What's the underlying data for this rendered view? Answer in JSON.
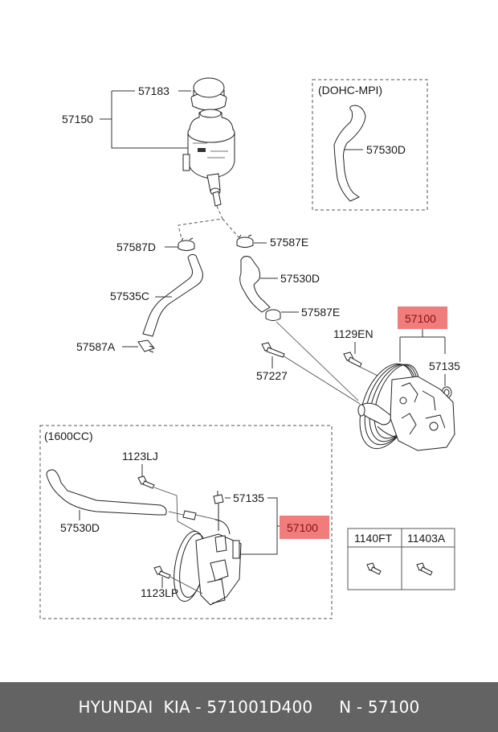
{
  "diagram": {
    "variants": {
      "dohc": "(DOHC-MPI)",
      "cc1600": "(1600CC)"
    },
    "labels": {
      "reservoir_assy": "57150",
      "reservoir_cap": "57183",
      "dohc_hose": "57530D",
      "clamp_left_top": "57587D",
      "clamp_right_top": "57587E",
      "suction_hose": "57535C",
      "clamp_left_bottom": "57587A",
      "return_hose": "57530D",
      "clamp_right_bottom": "57587E",
      "bolt_1129": "1129EN",
      "bolt_57227": "57227",
      "pump_main": "57100",
      "fitting_main": "57135",
      "cc_bolt_top": "1123LJ",
      "cc_hose": "57530D",
      "cc_fitting": "57135",
      "cc_pump": "57100",
      "cc_bolt_bottom": "1123LP"
    },
    "highlight_color": "#f07c7c",
    "fastener_table": {
      "columns": [
        "1140FT",
        "11403A"
      ],
      "icons": [
        "bolt-icon",
        "bolt-icon"
      ]
    }
  },
  "footer": {
    "brand": "HYUNDAI  KIA",
    "separator": " - ",
    "part_number": "571001D400",
    "n_prefix": "N",
    "n_value": "57100"
  }
}
